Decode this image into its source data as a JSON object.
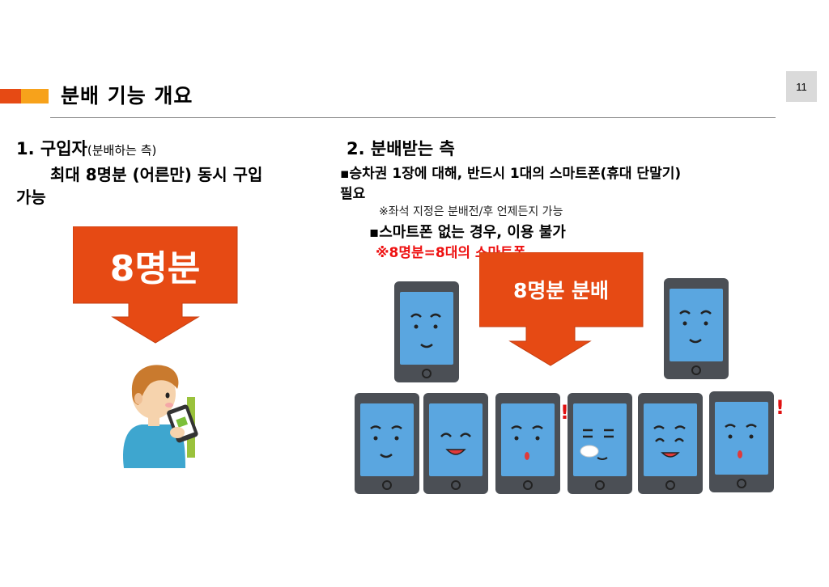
{
  "page": {
    "number": "11"
  },
  "header": {
    "title": "분배 기능 개요"
  },
  "section1": {
    "heading": "1. 구입자",
    "heading_note": "(분배하는 측)",
    "line1": "최대 8명분 (어른만) 동시 구입",
    "line2": "가능",
    "callout": "8명분"
  },
  "section2": {
    "heading": "2. 분배받는 측",
    "line1": "▪승차권 1장에 대해, 반드시 1대의 스마트폰(휴대 단말기)",
    "line2": "필요",
    "note": "※좌석 지정은 분배전/후 언제든지 가능",
    "bullet": "▪스마트폰 없는 경우, 이용 불가",
    "highlight": "※8명분=8대의 스마트폰",
    "callout": "8명분 분배"
  },
  "colors": {
    "accent_red": "#e64a14",
    "accent_orange": "#f7a21b",
    "phone_screen": "#5aa6e0",
    "highlight_text": "#ee1111"
  }
}
